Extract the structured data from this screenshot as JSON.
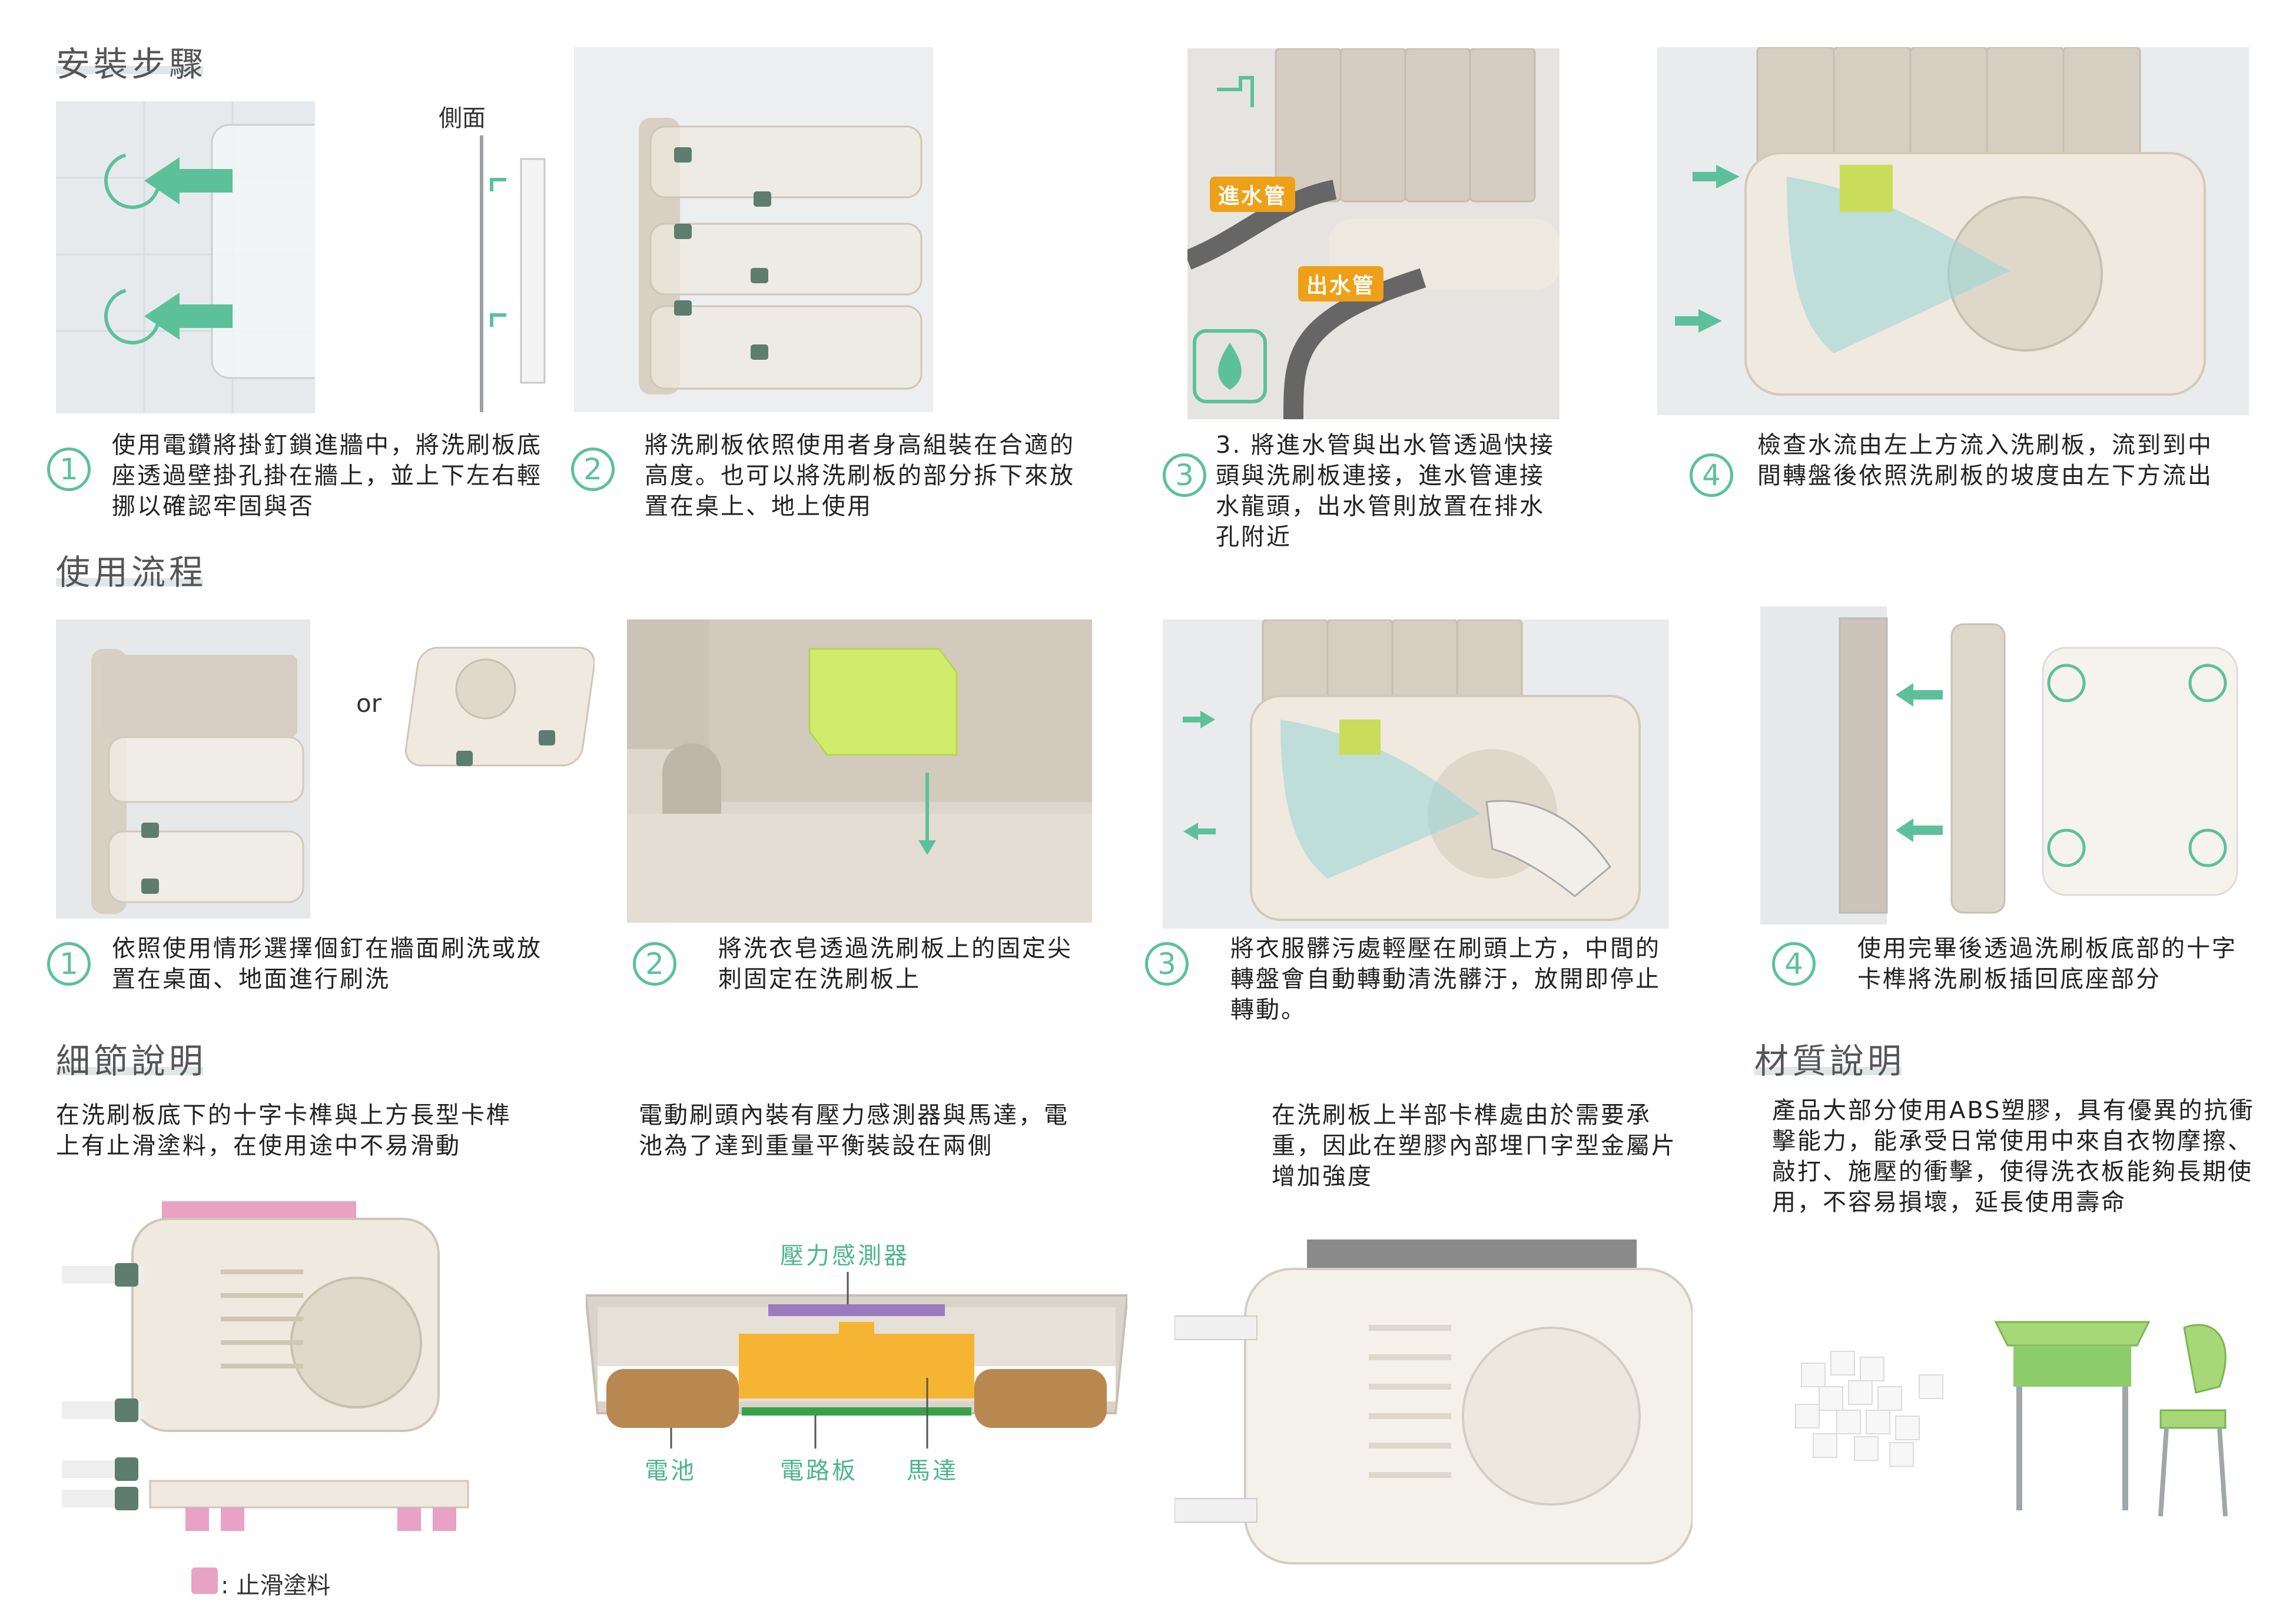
{
  "sections": {
    "install": "安裝步驟",
    "usage": "使用流程",
    "detail": "細節說明",
    "material": "材質說明"
  },
  "install_steps": [
    {
      "num": "1",
      "text": "使用電鑽將掛釘鎖進牆中，將洗刷板底座透過壁掛孔掛在牆上，並上下左右輕挪以確認牢固與否"
    },
    {
      "num": "2",
      "text": "將洗刷板依照使用者身高組裝在合適的高度。也可以將洗刷板的部分拆下來放置在桌上、地上使用"
    },
    {
      "num": "3",
      "text": "3. 將進水管與出水管透過快接頭與洗刷板連接，進水管連接水龍頭，出水管則放置在排水孔附近"
    },
    {
      "num": "4",
      "text": "檢查水流由左上方流入洗刷板，流到到中間轉盤後依照洗刷板的坡度由左下方流出"
    }
  ],
  "usage_steps": [
    {
      "num": "1",
      "text": "依照使用情形選擇個釘在牆面刷洗或放置在桌面、地面進行刷洗"
    },
    {
      "num": "2",
      "text": "將洗衣皂透過洗刷板上的固定尖刺固定在洗刷板上"
    },
    {
      "num": "3",
      "text": "將衣服髒污處輕壓在刷頭上方，中間的轉盤會自動轉動清洗髒汙，放開即停止轉動。"
    },
    {
      "num": "4",
      "text": "使用完畢後透過洗刷板底部的十字卡榫將洗刷板插回底座部分"
    }
  ],
  "labels": {
    "side_view": "側面",
    "or": "or",
    "inlet": "進水管",
    "outlet": "出水管",
    "pressure_sensor": "壓力感測器",
    "battery": "電池",
    "circuit_board": "電路板",
    "motor": "馬達",
    "anti_slip_legend": ": 止滑塗料"
  },
  "details": [
    "在洗刷板底下的十字卡榫與上方長型卡榫上有止滑塗料，在使用途中不易滑動",
    "電動刷頭內裝有壓力感測器與馬達，電池為了達到重量平衡裝設在兩側",
    "在洗刷板上半部卡榫處由於需要承重，因此在塑膠內部埋ㄇ字型金屬片增加強度"
  ],
  "material_text": "產品大部分使用ABS塑膠，具有優異的抗衝擊能力，能承受日常使用中來自衣物摩擦、敲打、施壓的衝擊，使得洗衣板能夠長期使用，不容易損壞，延長使用壽命",
  "colors": {
    "accent_green": "#5cc19a",
    "tag_orange": "#eea019",
    "anti_slip_pink": "#e8a2c4",
    "board_beige": "#e9e2d6",
    "wall_grey": "#cfcac3"
  }
}
